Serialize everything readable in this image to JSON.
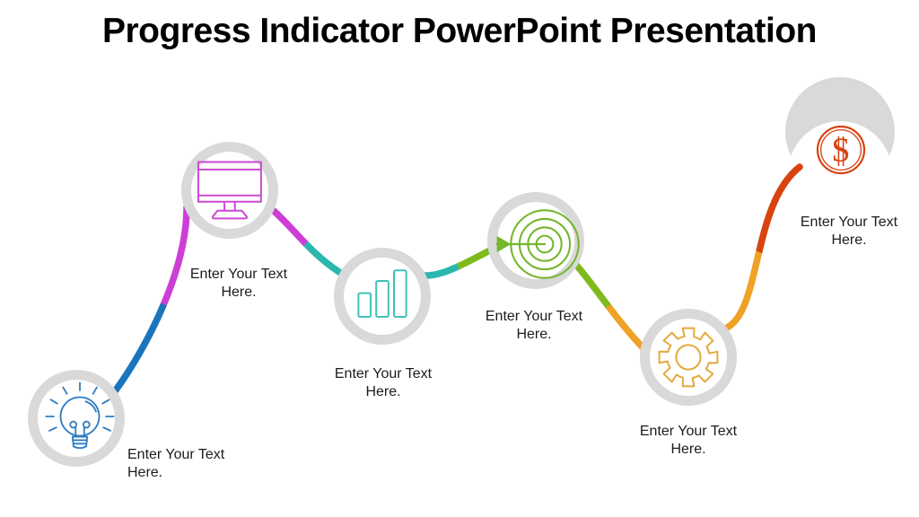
{
  "slide": {
    "title": "Progress Indicator PowerPoint Presentation",
    "background": "#ffffff"
  },
  "theme": {
    "ring": "#d9d9d9",
    "label_color": "#1c1c1c",
    "title_color": "#000000"
  },
  "steps": [
    {
      "icon": "lightbulb-icon",
      "color": "#2e7cc0",
      "label_line1": "Enter Your Text",
      "label_line2": "Here."
    },
    {
      "icon": "monitor-icon",
      "color": "#ca4ad2",
      "label_line1": "Enter Your Text",
      "label_line2": "Here."
    },
    {
      "icon": "bar-chart-icon",
      "color": "#3ec2b8",
      "label_line1": "Enter Your Text",
      "label_line2": "Here."
    },
    {
      "icon": "target-icon",
      "color": "#74b62c",
      "label_line1": "Enter Your Text",
      "label_line2": "Here."
    },
    {
      "icon": "gear-icon",
      "color": "#e4a93d",
      "label_line1": "Enter Your Text",
      "label_line2": "Here."
    },
    {
      "icon": "dollar-icon",
      "color": "#d84312",
      "glyph": "S",
      "label_line1": "Enter Your Text",
      "label_line2": "Here."
    }
  ],
  "connectors": [
    {
      "from": "#1b75bc",
      "to": "#cd3ed6"
    },
    {
      "from": "#cd3ed6",
      "to": "#29b7ae"
    },
    {
      "from": "#29b7ae",
      "to": "#7fba1d"
    },
    {
      "from": "#7fba1d",
      "to": "#f0a227"
    },
    {
      "from": "#f0a227",
      "to": "#d8430f"
    }
  ]
}
